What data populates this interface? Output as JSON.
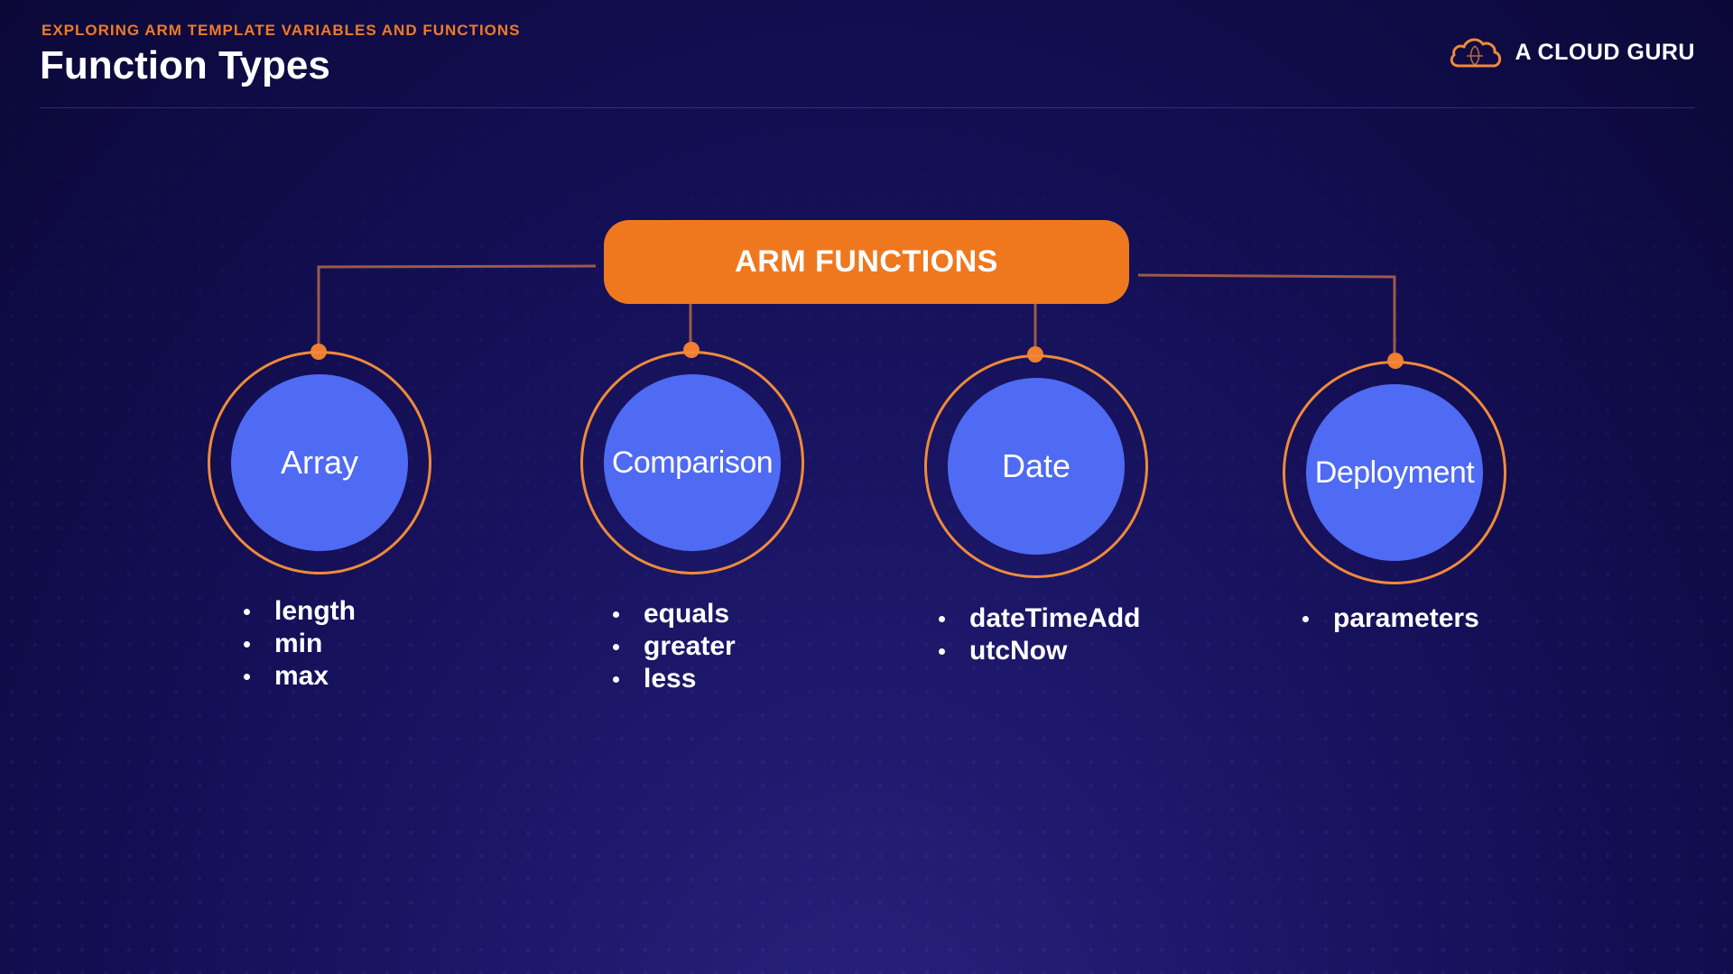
{
  "header": {
    "kicker": "EXPLORING ARM TEMPLATE VARIABLES AND FUNCTIONS",
    "title": "Function Types"
  },
  "brand": {
    "logo_icon": "cloud-logo-icon",
    "name": "A CLOUD GURU"
  },
  "diagram": {
    "root": "ARM FUNCTIONS",
    "categories": [
      {
        "label": "Array",
        "functions": [
          "length",
          "min",
          "max"
        ]
      },
      {
        "label": "Comparison",
        "functions": [
          "equals",
          "greater",
          "less"
        ]
      },
      {
        "label": "Date",
        "functions": [
          "dateTimeAdd",
          "utcNow"
        ]
      },
      {
        "label": "Deployment",
        "functions": [
          "parameters"
        ]
      }
    ]
  },
  "colors": {
    "accent_orange": "#ef781f",
    "node_blue": "#4f6af3",
    "background": "#140f55"
  }
}
